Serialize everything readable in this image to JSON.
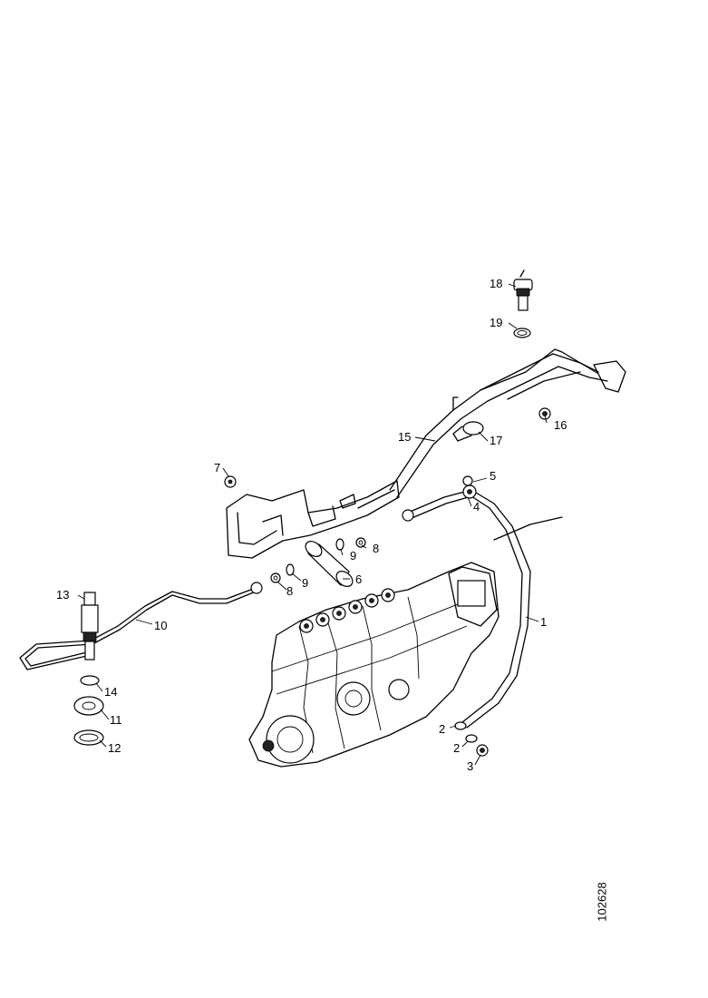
{
  "drawing_number": "102628",
  "callouts": {
    "c1": "1",
    "c2a": "2",
    "c2b": "2",
    "c3": "3",
    "c4": "4",
    "c5": "5",
    "c6": "6",
    "c7": "7",
    "c8a": "8",
    "c8b": "8",
    "c9a": "9",
    "c9b": "9",
    "c10": "10",
    "c11": "11",
    "c12": "12",
    "c13": "13",
    "c14": "14",
    "c15": "15",
    "c16": "16",
    "c17": "17",
    "c18": "18",
    "c19": "19"
  }
}
